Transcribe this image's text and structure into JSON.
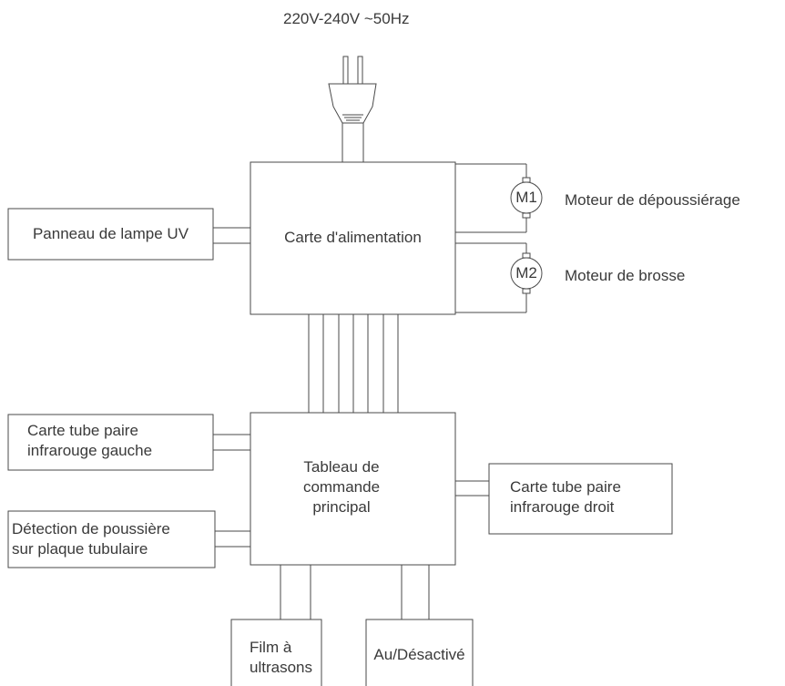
{
  "power_supply_label": "220V-240V ~50Hz",
  "power_board": "Carte d'alimentation",
  "uv_lamp_panel": "Panneau de lampe UV",
  "motor_dust": {
    "badge": "M1",
    "label": "Moteur de dépoussiérage"
  },
  "motor_brush": {
    "badge": "M2",
    "label": "Moteur de brosse"
  },
  "main_control_board": [
    "Tableau de",
    "commande",
    "principal"
  ],
  "ir_left": [
    "Carte tube paire",
    "infrarouge gauche"
  ],
  "ir_right": [
    "Carte tube paire",
    "infrarouge droit"
  ],
  "dust_detection": [
    "Détection de poussière",
    "sur plaque tubulaire"
  ],
  "ultrasonic_film": [
    "Film à",
    "ultrasons"
  ],
  "on_off": "Au/Désactivé"
}
